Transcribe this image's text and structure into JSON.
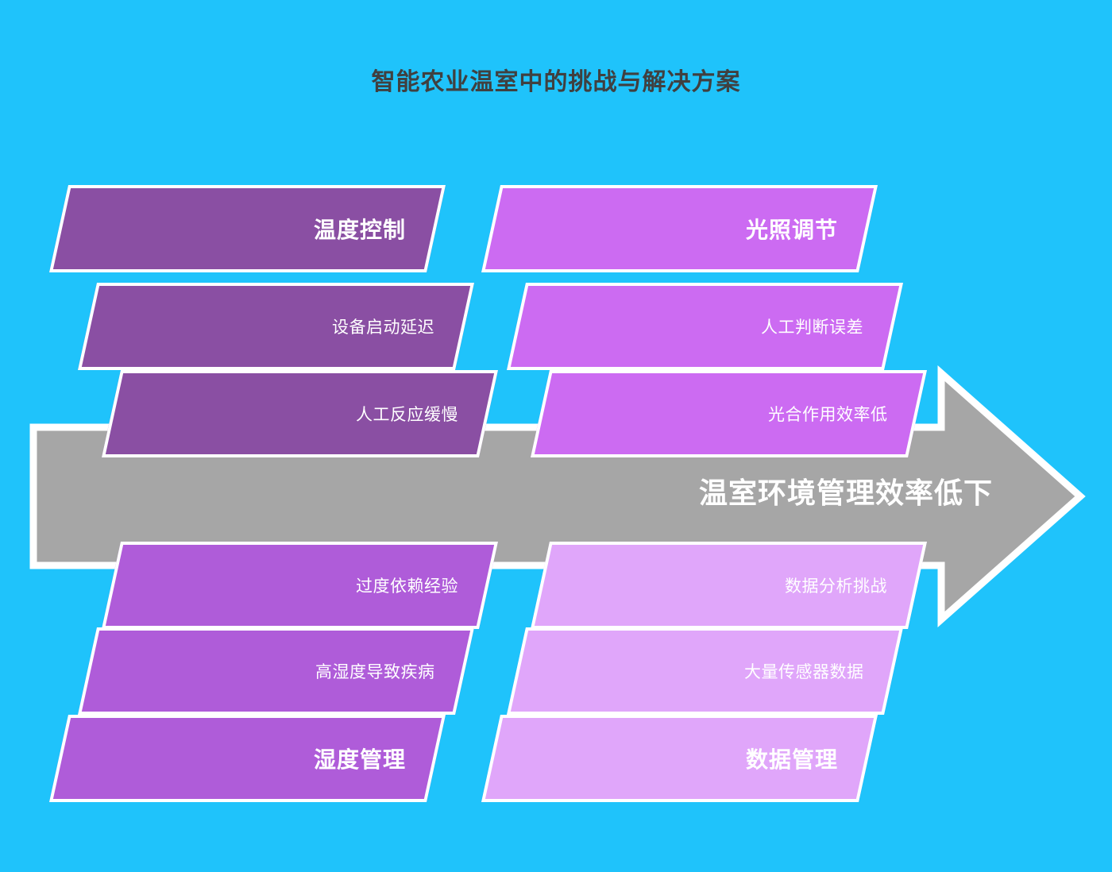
{
  "title": "智能农业温室中的挑战与解决方案",
  "colors": {
    "background": "#1FC3FB",
    "arrow": "#A6A6A6",
    "arrow_outline": "#FFFFFF",
    "title_text": "#404040",
    "bar_text": "#FFFFFF",
    "group_temperature": "#8A4FA3",
    "group_light": "#CC6BF2",
    "group_humidity": "#AF5CD9",
    "group_data": "#E0A6FA"
  },
  "spine": {
    "label": "温室环境管理效率低下"
  },
  "chart_data": {
    "type": "diagram",
    "diagram_type": "fishbone",
    "title": "智能农业温室中的挑战与解决方案",
    "effect": "温室环境管理效率低下",
    "groups": [
      {
        "category": "温度控制",
        "position": "top-left",
        "color": "#8A4FA3",
        "causes": [
          "设备启动延迟",
          "人工反应缓慢"
        ]
      },
      {
        "category": "光照调节",
        "position": "top-right",
        "color": "#CC6BF2",
        "causes": [
          "人工判断误差",
          "光合作用效率低"
        ]
      },
      {
        "category": "湿度管理",
        "position": "bottom-left",
        "color": "#AF5CD9",
        "causes": [
          "过度依赖经验",
          "高湿度导致疾病"
        ]
      },
      {
        "category": "数据管理",
        "position": "bottom-right",
        "color": "#E0A6FA",
        "causes": [
          "数据分析挑战",
          "大量传感器数据"
        ]
      }
    ]
  },
  "bars": {
    "tl_head": "温度控制",
    "tl_c1": "设备启动延迟",
    "tl_c2": "人工反应缓慢",
    "tr_head": "光照调节",
    "tr_c1": "人工判断误差",
    "tr_c2": "光合作用效率低",
    "bl_head": "湿度管理",
    "bl_c1": "过度依赖经验",
    "bl_c2": "高湿度导致疾病",
    "br_head": "数据管理",
    "br_c1": "数据分析挑战",
    "br_c2": "大量传感器数据"
  }
}
